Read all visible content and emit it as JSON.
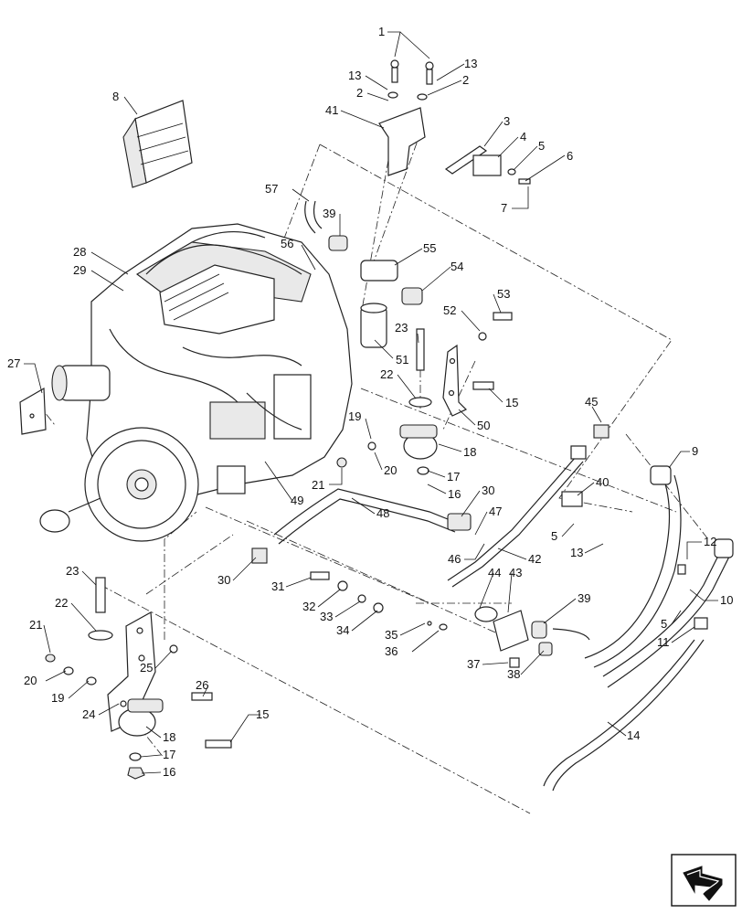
{
  "callouts": [
    {
      "id": "c1-top",
      "text": "1"
    },
    {
      "id": "c13-a",
      "text": "13"
    },
    {
      "id": "c13-b",
      "text": "13"
    },
    {
      "id": "c2-a",
      "text": "2"
    },
    {
      "id": "c2-b",
      "text": "2"
    },
    {
      "id": "c8",
      "text": "8"
    },
    {
      "id": "c41",
      "text": "41"
    },
    {
      "id": "c3",
      "text": "3"
    },
    {
      "id": "c4",
      "text": "4"
    },
    {
      "id": "c5-top",
      "text": "5"
    },
    {
      "id": "c6",
      "text": "6"
    },
    {
      "id": "c7",
      "text": "7"
    },
    {
      "id": "c57",
      "text": "57"
    },
    {
      "id": "c39-top",
      "text": "39"
    },
    {
      "id": "c55",
      "text": "55"
    },
    {
      "id": "c56",
      "text": "56"
    },
    {
      "id": "c54",
      "text": "54"
    },
    {
      "id": "c28",
      "text": "28"
    },
    {
      "id": "c29",
      "text": "29"
    },
    {
      "id": "c53",
      "text": "53"
    },
    {
      "id": "c52",
      "text": "52"
    },
    {
      "id": "c23-top",
      "text": "23"
    },
    {
      "id": "c51",
      "text": "51"
    },
    {
      "id": "c27",
      "text": "27"
    },
    {
      "id": "c22-top",
      "text": "22"
    },
    {
      "id": "c15-top",
      "text": "15"
    },
    {
      "id": "c45",
      "text": "45"
    },
    {
      "id": "c50",
      "text": "50"
    },
    {
      "id": "c19-top",
      "text": "19"
    },
    {
      "id": "c18-top",
      "text": "18"
    },
    {
      "id": "c9",
      "text": "9"
    },
    {
      "id": "c20-top",
      "text": "20"
    },
    {
      "id": "c21-top",
      "text": "21"
    },
    {
      "id": "c17-top",
      "text": "17"
    },
    {
      "id": "c16-top",
      "text": "16"
    },
    {
      "id": "c40",
      "text": "40"
    },
    {
      "id": "c30-right",
      "text": "30"
    },
    {
      "id": "c49",
      "text": "49"
    },
    {
      "id": "c48",
      "text": "48"
    },
    {
      "id": "c47",
      "text": "47"
    },
    {
      "id": "c5-mid",
      "text": "5"
    },
    {
      "id": "c13-mid",
      "text": "13"
    },
    {
      "id": "c12",
      "text": "12"
    },
    {
      "id": "c46",
      "text": "46"
    },
    {
      "id": "c42",
      "text": "42"
    },
    {
      "id": "c30-left",
      "text": "30"
    },
    {
      "id": "c44",
      "text": "44"
    },
    {
      "id": "c43",
      "text": "43"
    },
    {
      "id": "c10",
      "text": "10"
    },
    {
      "id": "c23-bot",
      "text": "23"
    },
    {
      "id": "c31",
      "text": "31"
    },
    {
      "id": "c39-bot",
      "text": "39"
    },
    {
      "id": "c5-right",
      "text": "5"
    },
    {
      "id": "c11",
      "text": "11"
    },
    {
      "id": "c22-bot",
      "text": "22"
    },
    {
      "id": "c32",
      "text": "32"
    },
    {
      "id": "c33",
      "text": "33"
    },
    {
      "id": "c34",
      "text": "34"
    },
    {
      "id": "c35",
      "text": "35"
    },
    {
      "id": "c36",
      "text": "36"
    },
    {
      "id": "c37",
      "text": "37"
    },
    {
      "id": "c38",
      "text": "38"
    },
    {
      "id": "c21-bot",
      "text": "21"
    },
    {
      "id": "c25",
      "text": "25"
    },
    {
      "id": "c26",
      "text": "26"
    },
    {
      "id": "c20-bot",
      "text": "20"
    },
    {
      "id": "c19-bot",
      "text": "19"
    },
    {
      "id": "c24",
      "text": "24"
    },
    {
      "id": "c15-bot",
      "text": "15"
    },
    {
      "id": "c14",
      "text": "14"
    },
    {
      "id": "c18-bot",
      "text": "18"
    },
    {
      "id": "c17-bot",
      "text": "17"
    },
    {
      "id": "c16-bot",
      "text": "16"
    }
  ],
  "nav_icon": "next-page-arrow-icon"
}
